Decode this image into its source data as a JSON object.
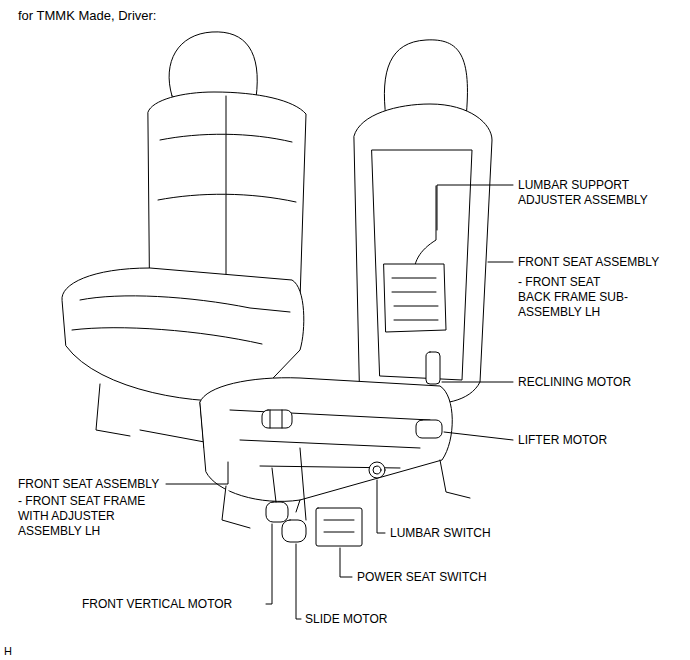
{
  "diagram": {
    "title": "for TMMK Made, Driver:",
    "labels": [
      "LUMBAR SUPPORT ADJUSTER ASSEMBLY",
      "FRONT SEAT ASSEMBLY",
      "- FRONT SEAT BACK FRAME SUB-ASSEMBLY LH",
      "RECLINING MOTOR",
      "LIFTER MOTOR",
      "FRONT SEAT ASSEMBLY",
      "- FRONT SEAT FRAME WITH ADJUSTER ASSEMBLY LH",
      "LUMBAR SWITCH",
      "POWER SEAT SWITCH",
      "FRONT VERTICAL MOTOR",
      "SLIDE MOTOR",
      "H"
    ]
  }
}
